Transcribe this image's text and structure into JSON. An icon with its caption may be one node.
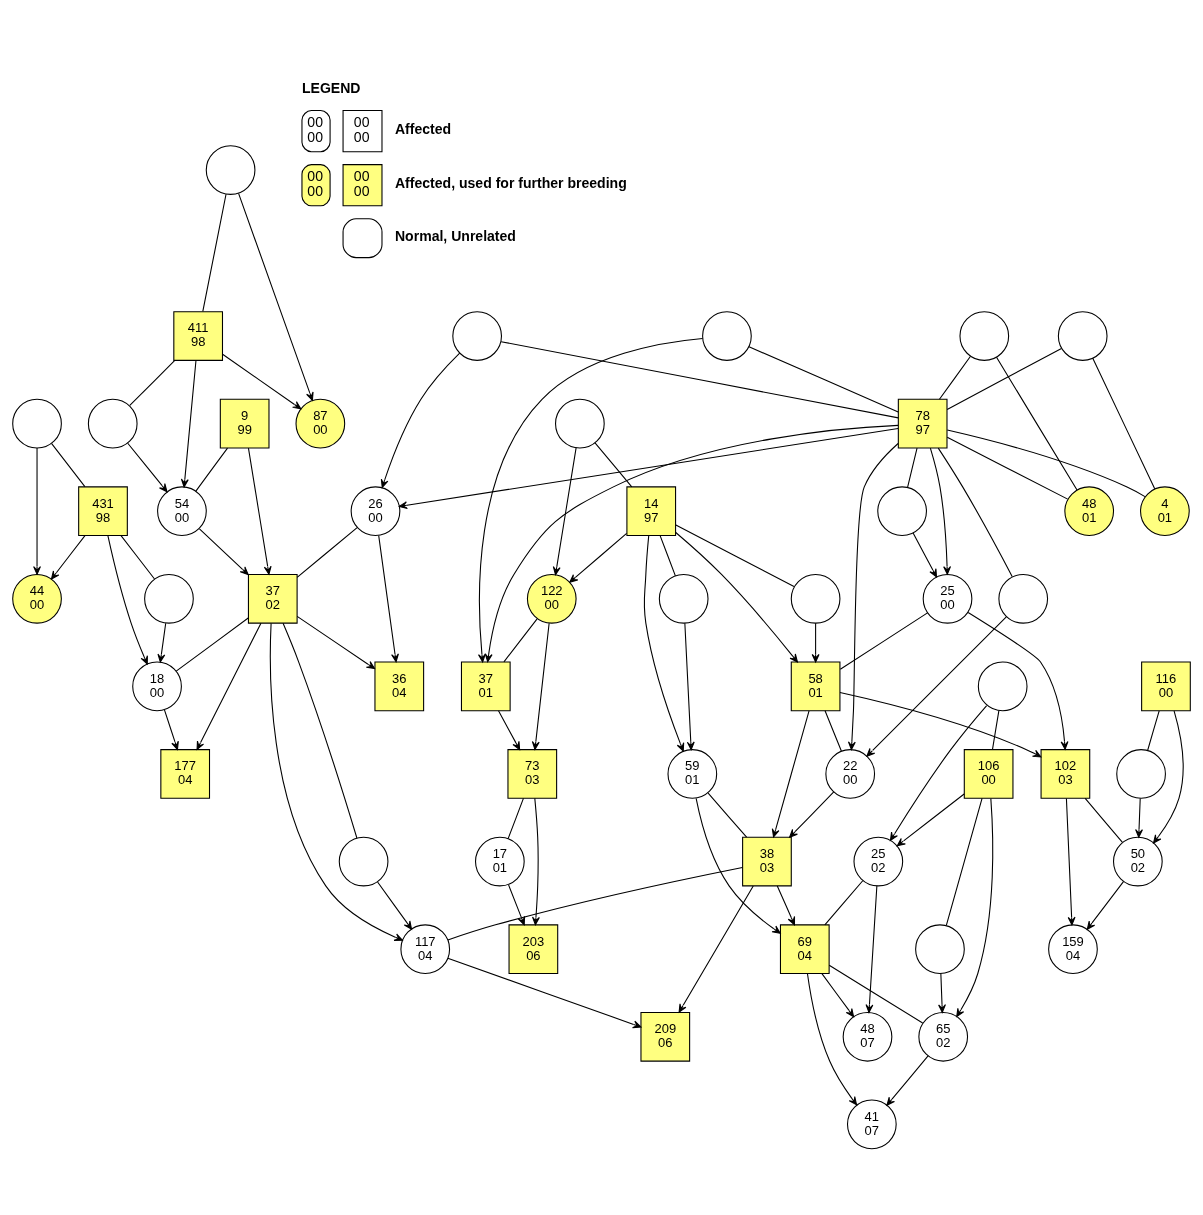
{
  "diagram": {
    "nodes": [
      {
        "text": [],
        "shape": "circle"
      },
      {
        "text": [
          "26",
          "00"
        ]
      },
      {
        "text": [
          "48",
          "01"
        ]
      },
      {
        "text": [],
        "shape": "circle"
      },
      {
        "text": [],
        "shape": "circle"
      },
      {
        "text": [
          "87",
          "00"
        ]
      },
      {
        "text": [
          "9",
          "99"
        ]
      },
      {
        "text": [
          "36",
          "04"
        ]
      },
      {
        "text": [],
        "shape": "circle"
      },
      {
        "text": [
          "37",
          "02"
        ]
      },
      {
        "text": [
          "411",
          "98"
        ]
      },
      {
        "text": [
          "177",
          "04"
        ]
      },
      {
        "text": [
          "54",
          "00"
        ]
      },
      {
        "text": [
          "4",
          "01"
        ]
      },
      {
        "text": [],
        "shape": "circle"
      },
      {
        "text": [
          "78",
          "97"
        ]
      },
      {
        "text": [],
        "shape": "circle"
      },
      {
        "text": [],
        "shape": "circle"
      },
      {
        "text": [
          "18",
          "00"
        ]
      },
      {
        "text": [],
        "shape": "circle"
      },
      {
        "text": [],
        "shape": "circle"
      },
      {
        "text": [],
        "shape": "circle"
      },
      {
        "text": [
          "431",
          "98"
        ]
      },
      {
        "text": [],
        "shape": "circle"
      },
      {
        "text": [
          "122",
          "00"
        ]
      },
      {
        "text": [
          "37",
          "01"
        ]
      },
      {
        "text": [
          "159",
          "04"
        ]
      },
      {
        "text": [
          "44",
          "00"
        ]
      },
      {
        "text": [
          "25",
          "00"
        ]
      },
      {
        "text": [
          "203",
          "06"
        ]
      },
      {
        "text": [
          "50",
          "02"
        ]
      },
      {
        "text": [
          "102",
          "03"
        ]
      },
      {
        "text": [
          "73",
          "03"
        ]
      },
      {
        "text": [
          "17",
          "01"
        ]
      },
      {
        "text": [
          "58",
          "01"
        ]
      },
      {
        "text": [
          "22",
          "00"
        ]
      },
      {
        "text": [
          "116",
          "00"
        ]
      },
      {
        "text": [],
        "shape": "circle"
      },
      {
        "text": [],
        "shape": "circle"
      },
      {
        "text": [
          "14",
          "97"
        ]
      },
      {
        "text": [],
        "shape": "circle"
      },
      {
        "text": [
          "59",
          "01"
        ]
      },
      {
        "text": [
          "38",
          "03"
        ]
      },
      {
        "text": [
          "117",
          "04"
        ]
      },
      {
        "text": [],
        "shape": "circle"
      },
      {
        "text": [
          "209",
          "06"
        ]
      },
      {
        "text": [
          "25",
          "02"
        ]
      },
      {
        "text": [
          "69",
          "04"
        ]
      },
      {
        "text": [
          "65",
          "02"
        ]
      },
      {
        "text": [
          "48",
          "07"
        ]
      },
      {
        "text": [
          "41",
          "07"
        ]
      },
      {
        "text": [],
        "shape": "circle"
      },
      {
        "text": [
          "106",
          "00"
        ]
      },
      {
        "text": [],
        "shape": "circle"
      }
    ],
    "edges": [
      {
        "from": 0,
        "to": 15,
        "arrow": "none"
      },
      {
        "from": 0,
        "to": 1,
        "arrow": "to"
      },
      {
        "from": 15,
        "to": 1,
        "arrow": "to"
      },
      {
        "from": 3,
        "to": 15,
        "arrow": "none"
      },
      {
        "from": 3,
        "to": 13,
        "arrow": "none"
      },
      {
        "from": 15,
        "to": 13,
        "arrow": "none"
      },
      {
        "from": 4,
        "to": 15,
        "arrow": "none"
      },
      {
        "from": 4,
        "to": 2,
        "arrow": "none"
      },
      {
        "from": 15,
        "to": 2,
        "arrow": "none"
      },
      {
        "from": 14,
        "to": 15,
        "arrow": "none"
      },
      {
        "from": 14,
        "to": 25,
        "arrow": "to"
      },
      {
        "from": 15,
        "to": 25,
        "arrow": "to"
      },
      {
        "from": 15,
        "to": 16,
        "arrow": "none"
      },
      {
        "from": 15,
        "to": 35,
        "arrow": "to"
      },
      {
        "from": 16,
        "to": 35,
        "arrow": "to"
      },
      {
        "from": 15,
        "to": 20,
        "arrow": "none"
      },
      {
        "from": 15,
        "to": 28,
        "arrow": "to"
      },
      {
        "from": 20,
        "to": 28,
        "arrow": "to"
      },
      {
        "from": 1,
        "to": 9,
        "arrow": "none"
      },
      {
        "from": 1,
        "to": 7,
        "arrow": "to"
      },
      {
        "from": 9,
        "to": 7,
        "arrow": "to"
      },
      {
        "from": 6,
        "to": 12,
        "arrow": "none"
      },
      {
        "from": 6,
        "to": 9,
        "arrow": "to"
      },
      {
        "from": 12,
        "to": 9,
        "arrow": "to"
      },
      {
        "from": 8,
        "to": 10,
        "arrow": "none"
      },
      {
        "from": 8,
        "to": 5,
        "arrow": "to"
      },
      {
        "from": 10,
        "to": 5,
        "arrow": "to"
      },
      {
        "from": 10,
        "to": 17,
        "arrow": "none"
      },
      {
        "from": 10,
        "to": 12,
        "arrow": "to"
      },
      {
        "from": 17,
        "to": 12,
        "arrow": "to"
      },
      {
        "from": 9,
        "to": 18,
        "arrow": "none"
      },
      {
        "from": 9,
        "to": 11,
        "arrow": "to"
      },
      {
        "from": 18,
        "to": 11,
        "arrow": "to"
      },
      {
        "from": 9,
        "to": 19,
        "arrow": "none"
      },
      {
        "from": 9,
        "to": 43,
        "arrow": "to"
      },
      {
        "from": 19,
        "to": 43,
        "arrow": "to"
      },
      {
        "from": 21,
        "to": 22,
        "arrow": "none"
      },
      {
        "from": 21,
        "to": 27,
        "arrow": "to"
      },
      {
        "from": 22,
        "to": 27,
        "arrow": "to"
      },
      {
        "from": 22,
        "to": 23,
        "arrow": "none"
      },
      {
        "from": 22,
        "to": 18,
        "arrow": "to"
      },
      {
        "from": 23,
        "to": 18,
        "arrow": "to"
      },
      {
        "from": 24,
        "to": 25,
        "arrow": "none"
      },
      {
        "from": 24,
        "to": 32,
        "arrow": "to"
      },
      {
        "from": 25,
        "to": 32,
        "arrow": "to"
      },
      {
        "from": 32,
        "to": 33,
        "arrow": "none"
      },
      {
        "from": 32,
        "to": 29,
        "arrow": "to"
      },
      {
        "from": 33,
        "to": 29,
        "arrow": "to"
      },
      {
        "from": 28,
        "to": 34,
        "arrow": "none"
      },
      {
        "from": 28,
        "to": 31,
        "arrow": "to"
      },
      {
        "from": 34,
        "to": 31,
        "arrow": "to"
      },
      {
        "from": 31,
        "to": 30,
        "arrow": "none"
      },
      {
        "from": 31,
        "to": 26,
        "arrow": "to"
      },
      {
        "from": 30,
        "to": 26,
        "arrow": "to"
      },
      {
        "from": 34,
        "to": 35,
        "arrow": "none"
      },
      {
        "from": 34,
        "to": 42,
        "arrow": "to"
      },
      {
        "from": 35,
        "to": 42,
        "arrow": "to"
      },
      {
        "from": 36,
        "to": 37,
        "arrow": "none"
      },
      {
        "from": 36,
        "to": 30,
        "arrow": "to"
      },
      {
        "from": 37,
        "to": 30,
        "arrow": "to"
      },
      {
        "from": 38,
        "to": 39,
        "arrow": "none"
      },
      {
        "from": 38,
        "to": 24,
        "arrow": "to"
      },
      {
        "from": 39,
        "to": 24,
        "arrow": "to"
      },
      {
        "from": 39,
        "to": 40,
        "arrow": "none"
      },
      {
        "from": 39,
        "to": 34,
        "arrow": "to"
      },
      {
        "from": 40,
        "to": 34,
        "arrow": "to"
      },
      {
        "from": 39,
        "to": 44,
        "arrow": "none"
      },
      {
        "from": 39,
        "to": 41,
        "arrow": "to"
      },
      {
        "from": 44,
        "to": 41,
        "arrow": "to"
      },
      {
        "from": 41,
        "to": 42,
        "arrow": "none"
      },
      {
        "from": 41,
        "to": 47,
        "arrow": "to"
      },
      {
        "from": 42,
        "to": 47,
        "arrow": "to"
      },
      {
        "from": 42,
        "to": 43,
        "arrow": "none"
      },
      {
        "from": 42,
        "to": 45,
        "arrow": "to"
      },
      {
        "from": 43,
        "to": 45,
        "arrow": "to"
      },
      {
        "from": 46,
        "to": 47,
        "arrow": "none"
      },
      {
        "from": 46,
        "to": 49,
        "arrow": "to"
      },
      {
        "from": 47,
        "to": 49,
        "arrow": "to"
      },
      {
        "from": 47,
        "to": 48,
        "arrow": "none"
      },
      {
        "from": 47,
        "to": 50,
        "arrow": "to"
      },
      {
        "from": 48,
        "to": 50,
        "arrow": "to"
      },
      {
        "from": 51,
        "to": 52,
        "arrow": "none"
      },
      {
        "from": 51,
        "to": 46,
        "arrow": "to"
      },
      {
        "from": 52,
        "to": 46,
        "arrow": "to"
      },
      {
        "from": 52,
        "to": 53,
        "arrow": "none"
      },
      {
        "from": 52,
        "to": 48,
        "arrow": "to"
      },
      {
        "from": 53,
        "to": 48,
        "arrow": "to"
      }
    ],
    "labels": [
      "LEGEND",
      "00 00",
      "00 00",
      "00 00",
      "00 00"
    ],
    "legend": [
      {
        "text": "Affected",
        "color": "#ffffff"
      },
      {
        "text": "Affected, used for further breeding",
        "color": "#ffff80"
      },
      {
        "text": "Normal, Unrelated"
      }
    ]
  }
}
